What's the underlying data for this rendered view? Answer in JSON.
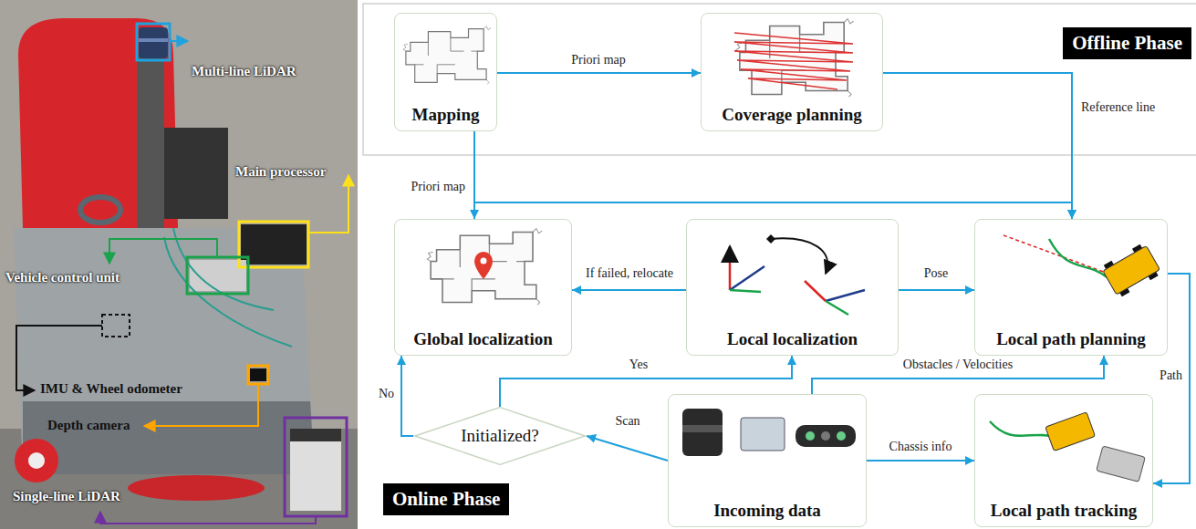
{
  "diagram": {
    "nodes": [
      {
        "text": [
          "Mapping"
        ]
      },
      {
        "text": [
          "Coverage planning"
        ]
      },
      {
        "text": [
          "Offline Phase"
        ]
      },
      {
        "text": [
          "Global localization"
        ]
      },
      {
        "text": [
          "Local localization"
        ]
      },
      {
        "text": [
          "Local path planning"
        ]
      },
      {
        "text": [
          "Initialized?"
        ]
      },
      {
        "text": [
          "Incoming data"
        ]
      },
      {
        "text": [
          "Local path tracking"
        ]
      },
      {
        "text": [
          "Online Phase"
        ]
      }
    ],
    "edges": [
      {
        "from": 0,
        "to": 1,
        "label": "Priori map",
        "arrow": "to"
      },
      {
        "from": 1,
        "to": 5,
        "label": "Reference line",
        "arrow": "to"
      },
      {
        "from": 0,
        "to": 3,
        "label": "Priori map",
        "arrow": "to"
      },
      {
        "from": 0,
        "to": 5,
        "arrow": "to"
      },
      {
        "from": 4,
        "to": 3,
        "label": "If failed, relocate",
        "arrow": "to"
      },
      {
        "from": 4,
        "to": 5,
        "label": "Pose",
        "arrow": "to"
      },
      {
        "from": 7,
        "to": 6,
        "label": "Scan",
        "arrow": "to"
      },
      {
        "from": 6,
        "to": 4,
        "label": "Yes",
        "arrow": "to"
      },
      {
        "from": 6,
        "to": 3,
        "label": "No",
        "arrow": "to"
      },
      {
        "from": 7,
        "to": 5,
        "label": "Obstacles / Velocities",
        "arrow": "to"
      },
      {
        "from": 7,
        "to": 8,
        "label": "Chassis info",
        "arrow": "to"
      },
      {
        "from": 5,
        "to": 8,
        "label": "Path",
        "arrow": "to"
      }
    ],
    "labels": [
      "Multi-line LiDAR",
      "Main processor",
      "Vehicle control unit",
      "IMU & Wheel odometer",
      "Depth camera",
      "Single-line LiDAR"
    ]
  }
}
